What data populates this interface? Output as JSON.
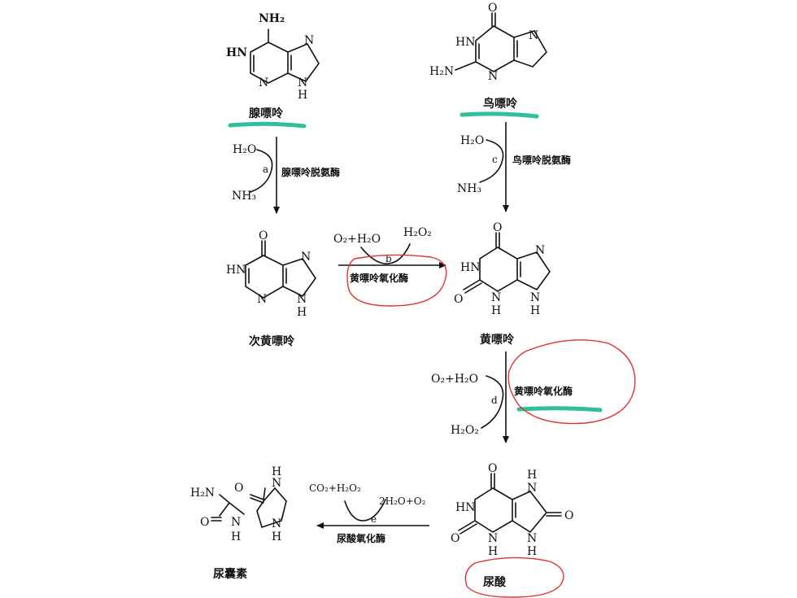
{
  "molecules": {
    "adenine": {
      "name": "腺嘌呤",
      "nh2": "NH₂",
      "hn": "HN",
      "n3": "N",
      "n7": "N",
      "n9": "N",
      "h9": "H"
    },
    "guanine": {
      "name": "鸟嘌呤",
      "o": "O",
      "hn": "HN",
      "h2n": "H₂N",
      "n3": "N",
      "n7": "N"
    },
    "hypoxanthine": {
      "name": "次黄嘌呤",
      "o": "O",
      "hn": "HN",
      "n3": "N",
      "n7": "N",
      "n9": "N",
      "h9": "H"
    },
    "xanthine": {
      "name": "黄嘌呤",
      "o6": "O",
      "o2": "O",
      "hn": "HN",
      "n3": "N",
      "h3": "H",
      "n7": "N",
      "n9": "N",
      "h9": "H"
    },
    "uric_acid": {
      "name": "尿酸",
      "o6": "O",
      "o2": "O",
      "o8": "O",
      "hn1": "HN",
      "n3": "N",
      "h3": "H",
      "n7": "N",
      "h7": "H",
      "n9": "N",
      "h9": "H"
    },
    "allantoin": {
      "name": "尿囊素",
      "h2n": "H₂N",
      "o1": "O",
      "o2": "O",
      "nh_a": "N",
      "h_a": "H",
      "nh_b": "N",
      "h_b": "H",
      "nh_c": "N",
      "h_c": "H"
    }
  },
  "reactions": {
    "a": {
      "step": "a",
      "enzyme": "腺嘌呤脱氨酶",
      "reactant": "H₂O",
      "product": "NH₃"
    },
    "b": {
      "step": "b",
      "enzyme": "黄嘌呤氧化酶",
      "reactant": "O₂+H₂O",
      "product": "H₂O₂"
    },
    "c": {
      "step": "c",
      "enzyme": "鸟嘌呤脱氨酶",
      "reactant": "H₂O",
      "product": "NH₃"
    },
    "d": {
      "step": "d",
      "enzyme": "黄嘌呤氧化酶",
      "reactant": "O₂+H₂O",
      "product": "H₂O₂"
    },
    "e": {
      "step": "e",
      "enzyme": "尿酸氧化酶",
      "reactant": "2H₂O+O₂",
      "product": "CO₂+H₂O₂"
    }
  },
  "annotation_colors": {
    "highlight": "#2fbf9a",
    "circle": "#e03030"
  }
}
